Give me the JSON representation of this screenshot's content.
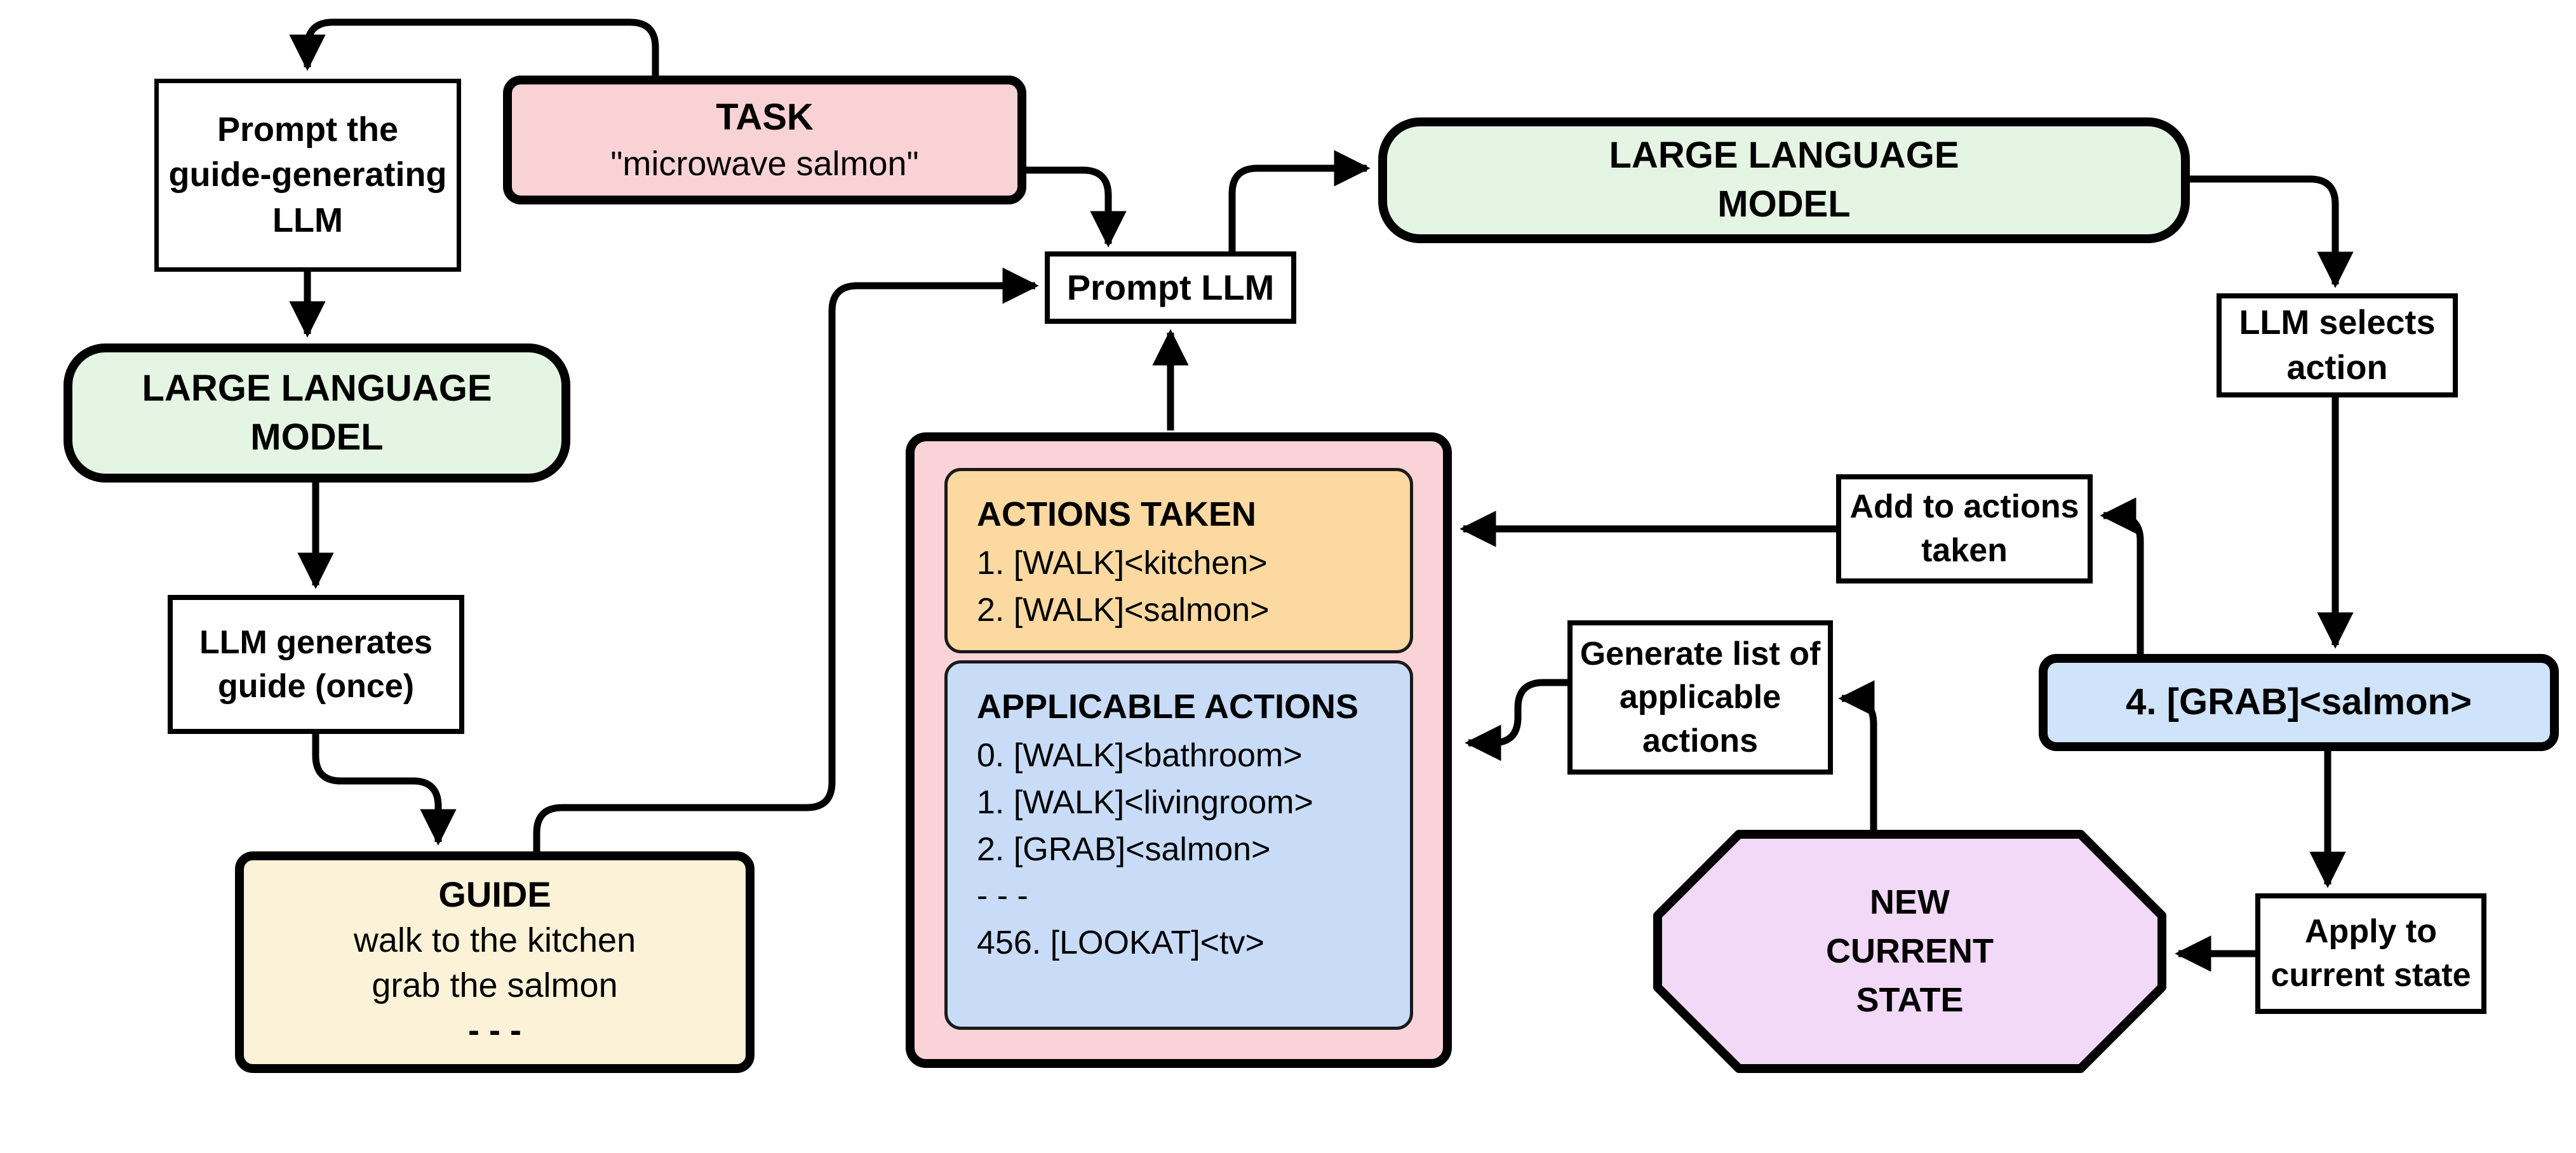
{
  "diagram": {
    "title": "LLM guide-and-act planning loop",
    "colors": {
      "task_pink": "#f9d2d6",
      "memory_pink": "#fad3d8",
      "actions_orange": "#fbd9a0",
      "applicable_blue": "#c8dcf8",
      "llm_green": "#e4f6e3",
      "guide_cream": "#fbf2d8",
      "grab_blue": "#cfe3fa",
      "state_lavender": "#f1d9f7",
      "line_black": "#000000"
    },
    "nodes": {
      "prompt_guide": {
        "lines": [
          "Prompt the",
          "guide-generating",
          "LLM"
        ]
      },
      "task": {
        "title": "TASK",
        "subtitle": "\"microwave salmon\""
      },
      "llm_left": {
        "lines": [
          "LARGE LANGUAGE",
          "MODEL"
        ]
      },
      "llm_right": {
        "lines": [
          "LARGE LANGUAGE",
          "MODEL"
        ]
      },
      "llm_generates": {
        "lines": [
          "LLM generates",
          "guide (once)"
        ]
      },
      "guide": {
        "title": "GUIDE",
        "lines": [
          "walk to the kitchen",
          "grab the salmon"
        ],
        "ellipsis": "- - -"
      },
      "prompt_llm": {
        "label": "Prompt LLM"
      },
      "memory": {
        "actions_taken": {
          "title": "ACTIONS TAKEN",
          "items": [
            "1. [WALK]<kitchen>",
            "2. [WALK]<salmon>"
          ]
        },
        "applicable_actions": {
          "title": "APPLICABLE ACTIONS",
          "items": [
            "0. [WALK]<bathroom>",
            "1. [WALK]<livingroom>",
            "2. [GRAB]<salmon>",
            "- - -",
            "456. [LOOKAT]<tv>"
          ]
        }
      },
      "llm_selects": {
        "lines": [
          "LLM selects",
          "action"
        ]
      },
      "add_to_actions": {
        "lines": [
          "Add to actions",
          "taken"
        ]
      },
      "generate_list": {
        "lines": [
          "Generate list of",
          "applicable",
          "actions"
        ]
      },
      "grab": {
        "label": "4. [GRAB]<salmon>"
      },
      "new_state": {
        "lines": [
          "NEW",
          "CURRENT",
          "STATE"
        ]
      },
      "apply": {
        "lines": [
          "Apply to",
          "current state"
        ]
      }
    }
  }
}
